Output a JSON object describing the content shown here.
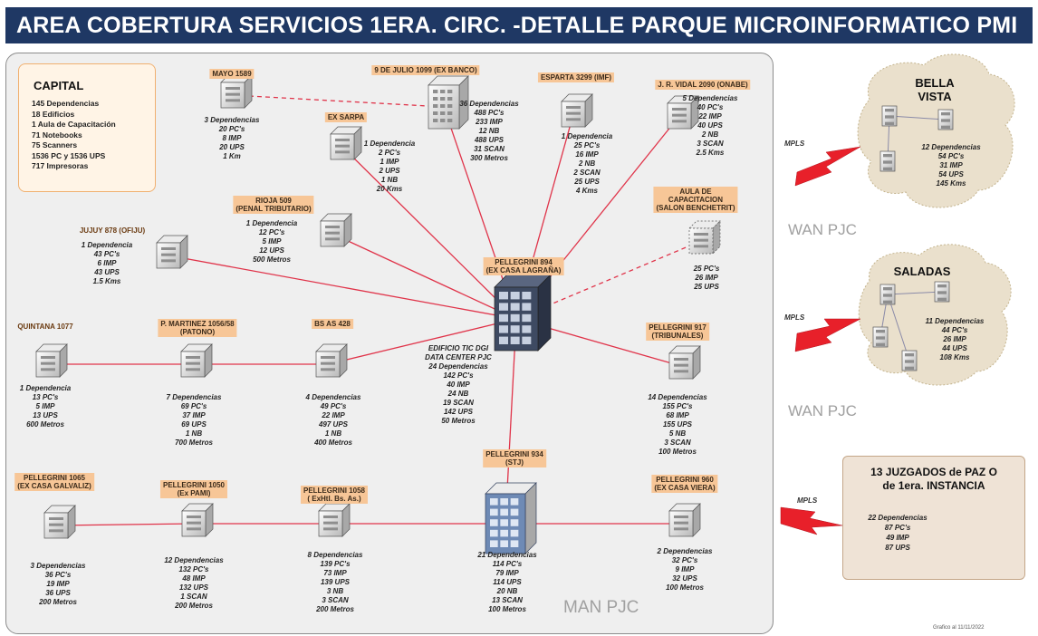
{
  "title": "AREA COBERTURA SERVICIOS 1ERA. CIRC. -DETALLE PARQUE MICROINFORMATICO PMI",
  "capital": {
    "title": "CAPITAL",
    "lines": [
      "145 Dependencias",
      "18 Edificios",
      "1 Aula de Capacitación",
      "71 Notebooks",
      "75 Scanners",
      "1536 PC y 1536 UPS",
      "717 Impresoras"
    ]
  },
  "sites": [
    {
      "id": "mayo",
      "label": [
        "MAYO 1589"
      ],
      "style": "orange",
      "info": [
        "3 Dependencias",
        "20 PC's",
        "8 IMP",
        "20 UPS",
        "1 Km"
      ]
    },
    {
      "id": "nueve-julio",
      "label": [
        "9 DE JULIO 1099 (EX BANCO)"
      ],
      "style": "orange",
      "info": [
        "36 Dependencias",
        "488 PC's",
        "233 IMP",
        "12 NB",
        "488 UPS",
        "31 SCAN",
        "300 Metros"
      ]
    },
    {
      "id": "exsarpa",
      "label": [
        "EX SARPA"
      ],
      "style": "orange",
      "info": [
        "1 Dependencia",
        "2 PC's",
        "1 IMP",
        "2 UPS",
        "1 NB",
        "20 Kms"
      ]
    },
    {
      "id": "esparta",
      "label": [
        "ESPARTA 3299 (IMF)"
      ],
      "style": "orange",
      "info": [
        "1 Dependencia",
        "25 PC's",
        "16 IMP",
        "2 NB",
        "2 SCAN",
        "25 UPS",
        "4 Kms"
      ]
    },
    {
      "id": "vidal",
      "label": [
        "J. R. VIDAL 2090 (ONABE)"
      ],
      "style": "orange",
      "info": [
        "5 Dependencias",
        "40 PC's",
        "22 IMP",
        "40 UPS",
        "2 NB",
        "3 SCAN",
        "2.5 Kms"
      ]
    },
    {
      "id": "rioja",
      "label": [
        "RIOJA 509",
        "(PENAL TRIBUTARIO)"
      ],
      "style": "orange",
      "info": [
        "1 Dependencia",
        "12 PC's",
        "5 IMP",
        "12 UPS",
        "500 Metros"
      ]
    },
    {
      "id": "aula",
      "label": [
        "AULA DE",
        "CAPACITACION",
        "(SALON BENCHETRIT)"
      ],
      "style": "orange",
      "info": [
        "25 PC's",
        "26 IMP",
        "25 UPS"
      ]
    },
    {
      "id": "jujuy",
      "label": [
        "JUJUY 878 (OFIJU)"
      ],
      "style": "plain",
      "info": [
        "1 Dependencia",
        "43 PC's",
        "6 IMP",
        "43 UPS",
        "1.5 Kms"
      ]
    },
    {
      "id": "pellegrini894",
      "label": [
        "PELLEGRINI 894",
        "(EX CASA LAGRAÑA)"
      ],
      "style": "orange",
      "info": [
        "EDIFICIO TIC DGI",
        "DATA CENTER PJC",
        "24 Dependencias",
        "142 PC's",
        "40 IMP",
        "24 NB",
        "19 SCAN",
        "142 UPS",
        "50 Metros"
      ]
    },
    {
      "id": "quintana",
      "label": [
        "QUINTANA 1077"
      ],
      "style": "plain",
      "info": [
        "1 Dependencia",
        "13 PC's",
        "5 IMP",
        "13 UPS",
        "600 Metros"
      ]
    },
    {
      "id": "martinez",
      "label": [
        "P. MARTINEZ 1056/58",
        "(PATONO)"
      ],
      "style": "orange",
      "info": [
        "7 Dependencias",
        "69 PC's",
        "37 IMP",
        "69 UPS",
        "1 NB",
        "700 Metros"
      ]
    },
    {
      "id": "bsas",
      "label": [
        "BS AS 428"
      ],
      "style": "orange",
      "info": [
        "4 Dependencias",
        "49 PC's",
        "22 IMP",
        "497 UPS",
        "1 NB",
        "400 Metros"
      ]
    },
    {
      "id": "pellegrini917",
      "label": [
        "PELLEGRINI 917",
        "(TRIBUNALES)"
      ],
      "style": "orange",
      "info": [
        "14 Dependencias",
        "155 PC's",
        "68 IMP",
        "155 UPS",
        "5 NB",
        "3 SCAN",
        "100 Metros"
      ]
    },
    {
      "id": "pellegrini1065",
      "label": [
        "PELLEGRINI 1065",
        "(EX CASA GALVALIZ)"
      ],
      "style": "orange",
      "info": [
        "3 Dependencias",
        "36 PC's",
        "19 IMP",
        "36 UPS",
        "200 Metros"
      ]
    },
    {
      "id": "pellegrini1050",
      "label": [
        "PELLEGRINI 1050",
        "(Ex PAMI)"
      ],
      "style": "orange",
      "info": [
        "12 Dependencias",
        "132 PC's",
        "48 IMP",
        "132 UPS",
        "1 SCAN",
        "200 Metros"
      ]
    },
    {
      "id": "pellegrini1058",
      "label": [
        "PELLEGRINI 1058",
        "( ExHtl. Bs. As.)"
      ],
      "style": "orange",
      "info": [
        "8 Dependencias",
        "139 PC's",
        "73 IMP",
        "139 UPS",
        "3 NB",
        "3 SCAN",
        "200 Metros"
      ]
    },
    {
      "id": "pellegrini934",
      "label": [
        "PELLEGRINI 934",
        "(STJ)"
      ],
      "style": "orange",
      "info": [
        "21 Dependencias",
        "114 PC's",
        "79 IMP",
        "114 UPS",
        "20 NB",
        "13 SCAN",
        "100 Metros"
      ]
    },
    {
      "id": "pellegrini960",
      "label": [
        "PELLEGRINI 960",
        "(EX CASA VIERA)"
      ],
      "style": "orange",
      "info": [
        "2 Dependencias",
        "32 PC's",
        "9 IMP",
        "32 UPS",
        "100 Metros"
      ]
    }
  ],
  "clouds": [
    {
      "id": "bella-vista",
      "title": [
        "BELLA",
        "VISTA"
      ],
      "info": [
        "12 Dependencias",
        "54 PC's",
        "31 IMP",
        "54 UPS",
        "145 Kms"
      ]
    },
    {
      "id": "saladas",
      "title": [
        "SALADAS"
      ],
      "info": [
        "11 Dependencias",
        "44 PC's",
        "26 IMP",
        "44 UPS",
        "108 Kms"
      ]
    }
  ],
  "juzgados": {
    "title": [
      "13 JUZGADOS de PAZ O",
      "de 1era. INSTANCIA"
    ],
    "info": [
      "22 Dependencias",
      "87 PC's",
      "49 IMP",
      "87 UPS"
    ]
  },
  "wan_labels": [
    "WAN PJC",
    "WAN PJC"
  ],
  "mpls_labels": [
    "MPLS",
    "MPLS",
    "MPLS"
  ],
  "man_label": "MAN PJC",
  "credit": "Grafico al 11/11/2022",
  "colors": {
    "title_bg": "#1f3864",
    "link": "#e0344a",
    "label_bg": "#f7c697",
    "cloud": "#eae0cc",
    "bolt": "#e8202a"
  }
}
